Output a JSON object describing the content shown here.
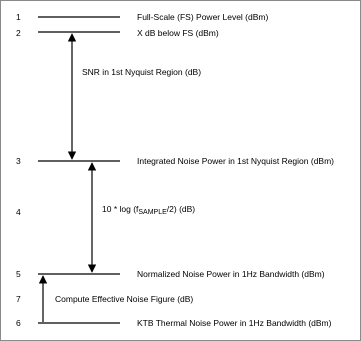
{
  "diagram": {
    "levels": [
      {
        "number": "1",
        "label": "Full-Scale (FS) Power Level (dBm)"
      },
      {
        "number": "2",
        "label": "X dB below FS (dBm)"
      },
      {
        "number": "3",
        "label": "Integrated Noise Power in 1st Nyquist Region (dBm)"
      },
      {
        "number": "5",
        "label": "Normalized Noise Power in 1Hz Bandwidth (dBm)"
      },
      {
        "number": "6",
        "label": "KTB Thermal Noise Power in 1Hz Bandwidth (dBm)"
      }
    ],
    "arrows": [
      {
        "number": "",
        "label": "SNR in 1st Nyquist Region (dB)"
      },
      {
        "number": "4",
        "label_prefix": "10 * log (f",
        "label_subscript": "SAMPLE",
        "label_suffix": "/2) (dB)"
      },
      {
        "number": "7",
        "label": "Compute Effective Noise Figure (dB)"
      }
    ]
  }
}
